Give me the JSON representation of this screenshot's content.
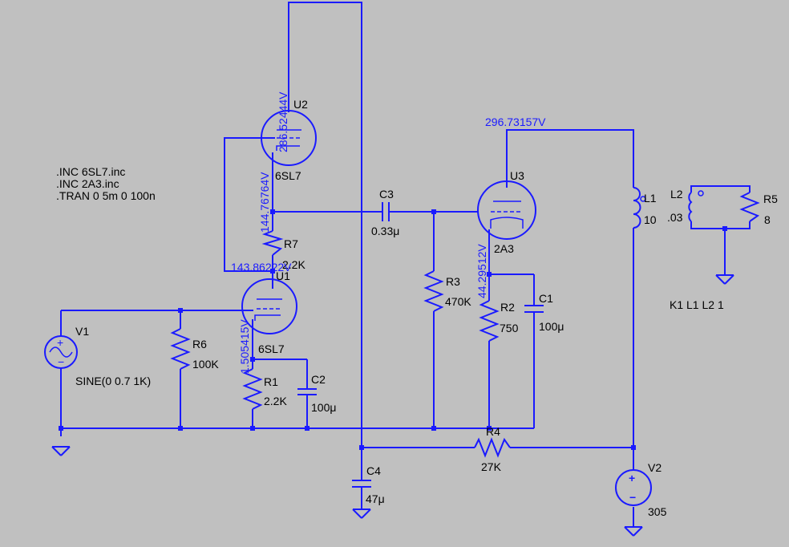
{
  "directives": [
    ".INC 6SL7.inc",
    ".INC 2A3.inc",
    ".TRAN 0 5m 0 100n"
  ],
  "components": {
    "U2": {
      "ref": "U2",
      "value": "6SL7"
    },
    "U1": {
      "ref": "U1",
      "value": "6SL7"
    },
    "U3": {
      "ref": "U3",
      "value": "2A3"
    },
    "R1": {
      "ref": "R1",
      "value": "2.2K"
    },
    "R2": {
      "ref": "R2",
      "value": "750"
    },
    "R3": {
      "ref": "R3",
      "value": "470K"
    },
    "R4": {
      "ref": "R4",
      "value": "27K"
    },
    "R5": {
      "ref": "R5",
      "value": "8"
    },
    "R6": {
      "ref": "R6",
      "value": "100K"
    },
    "R7": {
      "ref": "R7",
      "value": "2.2K"
    },
    "C1": {
      "ref": "C1",
      "value": "100μ"
    },
    "C2": {
      "ref": "C2",
      "value": "100μ"
    },
    "C3": {
      "ref": "C3",
      "value": "0.33μ"
    },
    "C4": {
      "ref": "C4",
      "value": "47μ"
    },
    "L1": {
      "ref": "L1",
      "value": "10"
    },
    "L2": {
      "ref": "L2",
      "value": ".03"
    },
    "V1": {
      "ref": "V1",
      "value": "SINE(0 0.7 1K)"
    },
    "V2": {
      "ref": "V2",
      "value": "305"
    }
  },
  "coupling": "K1 L1 L2 1",
  "node_voltages": {
    "u2_plate": "286.52444V",
    "u2_cathode": "144.76764V",
    "u1_plate": "143.86222V",
    "u1_cathode": "1.505415V",
    "u3_plate": "296.73157V",
    "u3_cathode": "44.29512V"
  },
  "colors": {
    "background": "#c0c0c0",
    "wire": "#1a1aff",
    "text": "#000000"
  }
}
